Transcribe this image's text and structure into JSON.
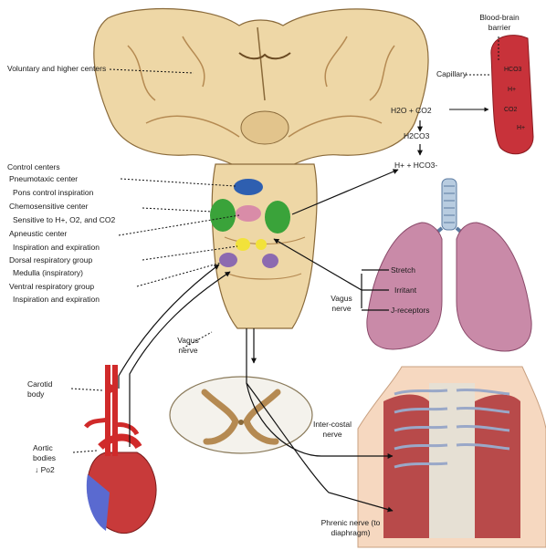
{
  "labels": {
    "blood_brain_barrier": "Blood-brain barrier",
    "capillary": "Capillary",
    "cap_hco3": "HCO3",
    "cap_h": "H+",
    "cap_co2": "CO2",
    "cap_h2": "H+",
    "eq1": "H2O + CO2",
    "eq2": "H2CO3",
    "eq3": "H+ + HCO3-",
    "voluntary": "Voluntary and higher centers",
    "control_centers": "Control centers",
    "pneumotaxic": "Pneumotaxic center",
    "pons_control": "Pons control inspiration",
    "chemosensitive": "Chemosensitive center",
    "sensitive_to": "Sensitive to H+, O2, and CO2",
    "apneustic": "Apneustic center",
    "insp_exp_1": "Inspiration and expiration",
    "dorsal": "Dorsal respiratory group",
    "medulla": "Medulla (inspiratory)",
    "ventral": "Ventral respiratory group",
    "insp_exp_2": "Inspiration and expiration",
    "stretch": "Stretch",
    "irritant": "Irritant",
    "j_receptors": "J-receptors",
    "vagus_nerve_lungs": "Vagus nerve",
    "vagus_nerve_heart": "Vagus nerve",
    "carotid_body": "Carotid body",
    "aortic_bodies": "Aortic bodies",
    "po2": "↓ Po2",
    "intercostal": "Inter-costal nerve",
    "phrenic": "Phrenic nerve (to diaphragm)"
  },
  "colors": {
    "brain": "#eed7a6",
    "brain_stroke": "#8a6a3a",
    "pneumotaxic": "#2e5fb0",
    "chemosensitive": "#3aa33a",
    "apneustic": "#d98ca8",
    "dorsal": "#f2e23a",
    "ventral": "#8c6ab0",
    "capillary": "#c8323a",
    "lung": "#c98aa8",
    "artery": "#d02a2a",
    "vein": "#5a6ad0"
  }
}
